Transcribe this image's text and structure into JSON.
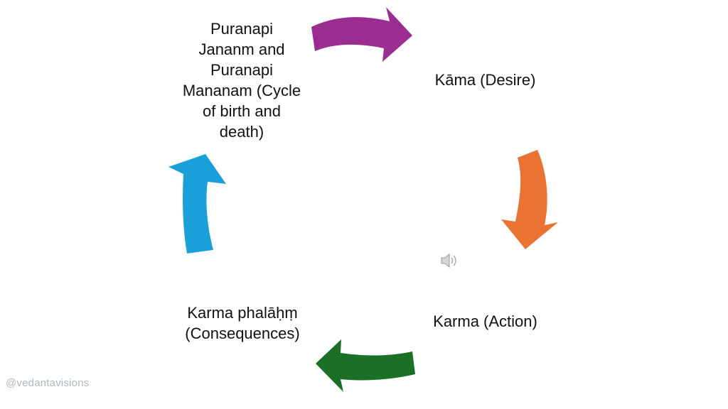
{
  "diagram": {
    "nodes": [
      {
        "id": "birth-death-cycle",
        "label": "Puranapi\nJananm and\nPuranapi\nMananam (Cycle\nof birth and\ndeath)"
      },
      {
        "id": "desire",
        "label": "Kāma (Desire)"
      },
      {
        "id": "action",
        "label": "Karma (Action)"
      },
      {
        "id": "consequences",
        "label": "Karma phalāḥṃ\n(Consequences)"
      }
    ],
    "arrows": [
      {
        "from": "birth-death-cycle",
        "to": "desire",
        "color": "#9b2d91"
      },
      {
        "from": "desire",
        "to": "action",
        "color": "#ea7233"
      },
      {
        "from": "action",
        "to": "consequences",
        "color": "#1b6f26"
      },
      {
        "from": "consequences",
        "to": "birth-death-cycle",
        "color": "#1aa0d8"
      }
    ]
  },
  "watermark": "@vedantavisions",
  "icons": {
    "speaker": "speaker-icon"
  }
}
